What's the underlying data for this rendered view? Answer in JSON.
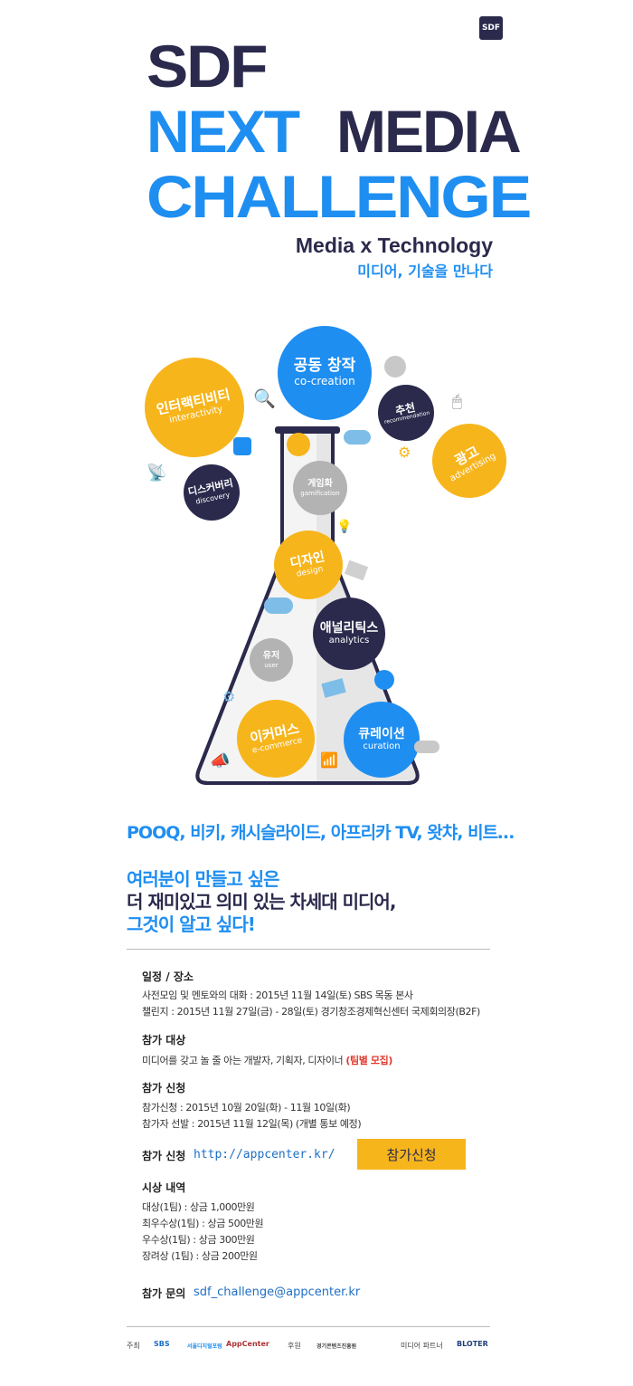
{
  "header": {
    "badge": "SDF",
    "title_line1": "SDF",
    "title_line2a": "NEXT",
    "title_line2b": "MEDIA",
    "title_line3": "CHALLENGE",
    "subtitle_en": "Media x Technology",
    "subtitle_ko": "미디어, 기술을 만나다"
  },
  "bubbles": {
    "cocreation": {
      "ko": "공동 창작",
      "en": "co-creation"
    },
    "interactivity": {
      "ko": "인터랙티비티",
      "en": "interactivity"
    },
    "recommendation": {
      "ko": "추천",
      "en": "recommendation"
    },
    "advertising": {
      "ko": "광고",
      "en": "advertising"
    },
    "discovery": {
      "ko": "디스커버리",
      "en": "discovery"
    },
    "gamification": {
      "ko": "게임화",
      "en": "gamification"
    },
    "design": {
      "ko": "디자인",
      "en": "design"
    },
    "analytics": {
      "ko": "애널리틱스",
      "en": "analytics"
    },
    "user": {
      "ko": "유저",
      "en": "user"
    },
    "ecommerce": {
      "ko": "이커머스",
      "en": "e-commerce"
    },
    "curation": {
      "ko": "큐레이션",
      "en": "curation"
    }
  },
  "tagline": "POOQ, 비키, 캐시슬라이드, 아프리카 TV, 왓챠, 비트…",
  "message": {
    "line1": "여러분이 만들고 싶은",
    "line2": "더 재미있고 의미 있는 차세대 미디어,",
    "line3": "그것이 알고 싶다!"
  },
  "schedule": {
    "heading": "일정 / 장소",
    "line1": "사전모임 및 멘토와의 대화 : 2015년 11월 14일(토) SBS 목동 본사",
    "line2": "챌린지 : 2015년 11월 27일(금) - 28일(토) 경기창조경제혁신센터 국제회의장(B2F)"
  },
  "target": {
    "heading": "참가 대상",
    "line": "미디어를 갖고 놀 줄 아는 개발자, 기획자, 디자이너",
    "highlight": "(팀별 모집)"
  },
  "apply": {
    "heading": "참가 신청",
    "line1": "참가신청 : 2015년 10월 20일(화) - 11월 10일(화)",
    "line2": "참가자 선발 : 2015년 11월 12일(목) (개별 통보 예정)"
  },
  "apply_link": {
    "heading": "참가 신청",
    "url": "http://appcenter.kr/",
    "button": "참가신청"
  },
  "awards": {
    "heading": "시상 내역",
    "items": [
      "대상(1팀) : 상금 1,000만원",
      "최우수상(1팀) : 상금 500만원",
      "우수상(1팀) : 상금 300만원",
      "장려상 (1팀) : 상금 200만원"
    ]
  },
  "contact": {
    "heading": "참가 문의",
    "email": "sdf_challenge@appcenter.kr"
  },
  "footer": {
    "host_label": "주최",
    "host1": "SBS",
    "host2": "서울디지털포럼",
    "host3": "AppCenter",
    "sponsor_label": "후원",
    "sponsor1": "경기콘텐츠진흥원",
    "partner_label": "미디어 파트너",
    "partner1": "BLOTER"
  },
  "colors": {
    "navy": "#2b2a4c",
    "blue": "#1f8ef1",
    "yellow": "#f7b51c",
    "gray": "#b3b3b3"
  }
}
